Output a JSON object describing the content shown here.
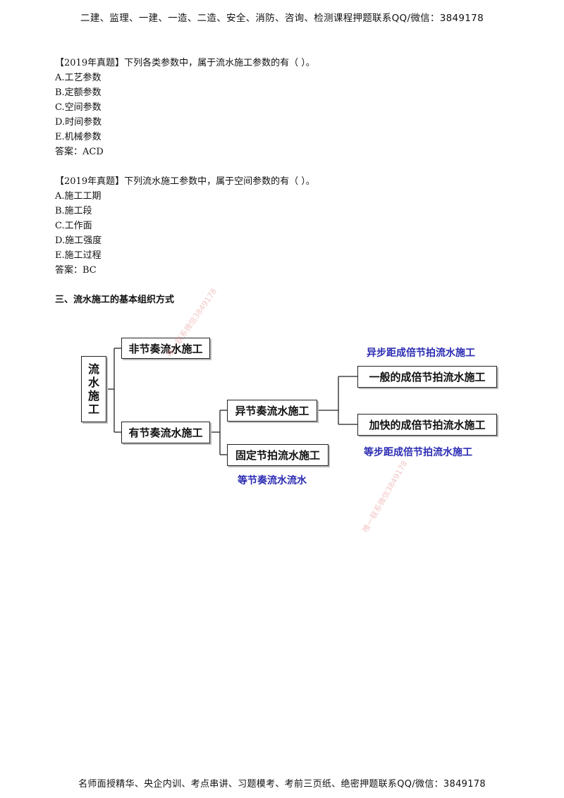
{
  "header": {
    "text": "二建、监理、一建、一造、二造、安全、消防、咨询、检测课程押题联系QQ/微信：3849178"
  },
  "question1": {
    "stem": "【2019年真题】下列各类参数中，属于流水施工参数的有（    ）。",
    "options": [
      "A.工艺参数",
      "B.定额参数",
      "C.空间参数",
      "D.时间参数",
      "E.机械参数"
    ],
    "answer": "答案：ACD"
  },
  "question2": {
    "stem": "【2019年真题】下列流水施工参数中，属于空间参数的有（    ）。",
    "options": [
      "A.施工工期",
      "B.施工段",
      "C.工作面",
      "D.施工强度",
      "E.施工过程"
    ],
    "answer": "答案：BC"
  },
  "section": {
    "title": "三、流水施工的基本组织方式"
  },
  "diagram": {
    "root": "流水施工",
    "non_rhythmic": "非节奏流水施工",
    "rhythmic": "有节奏流水施工",
    "unequal_rhythm": "异节奏流水施工",
    "fixed_rhythm": "固定节拍流水施工",
    "general_multiple": "一般的成倍节拍流水施工",
    "fast_multiple": "加快的成倍节拍流水施工",
    "label_unequal_step": "异步距成倍节拍流水施工",
    "label_equal_step": "等步距成倍节拍流水施工",
    "label_equal_rhythm": "等节奏流水流水",
    "line_color": "#222222",
    "label_color": "#2b2bb3"
  },
  "watermarks": [
    "唯一联系微信3849178",
    "唯一联系微信3849178"
  ],
  "footer": {
    "text": "名师面授精华、央企内训、考点串讲、习题模考、考前三页纸、绝密押题联系QQ/微信：3849178"
  }
}
